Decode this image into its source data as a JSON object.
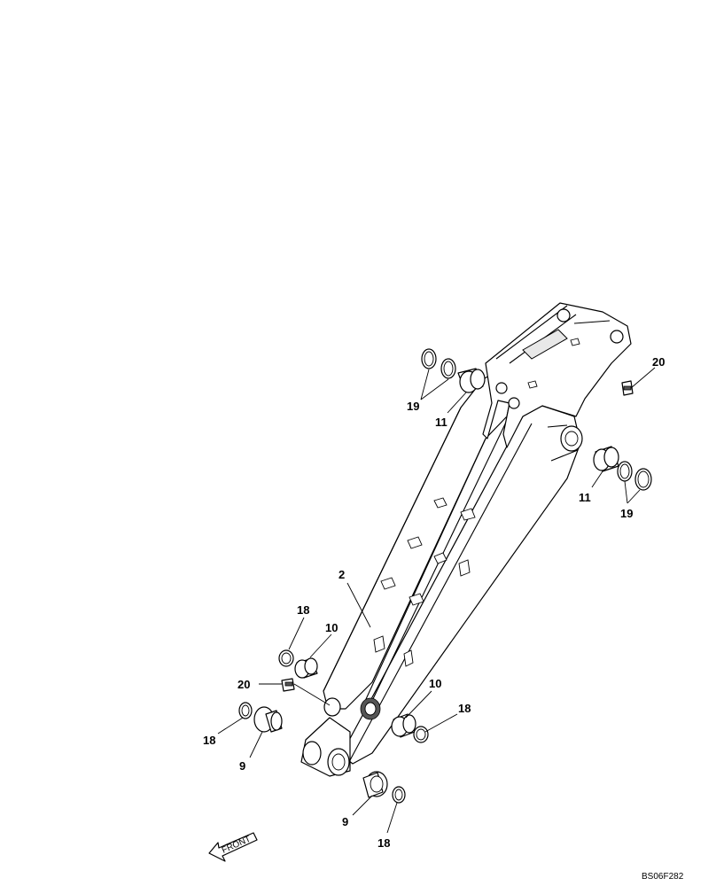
{
  "diagram": {
    "callouts": {
      "c2": "2",
      "c9a": "9",
      "c9b": "9",
      "c10a": "10",
      "c10b": "10",
      "c11a": "11",
      "c11b": "11",
      "c18a": "18",
      "c18b": "18",
      "c18c": "18",
      "c18d": "18",
      "c19a": "19",
      "c19b": "19",
      "c20a": "20",
      "c20b": "20"
    },
    "front_label": "FRONT",
    "drawing_code": "BS06F282"
  }
}
